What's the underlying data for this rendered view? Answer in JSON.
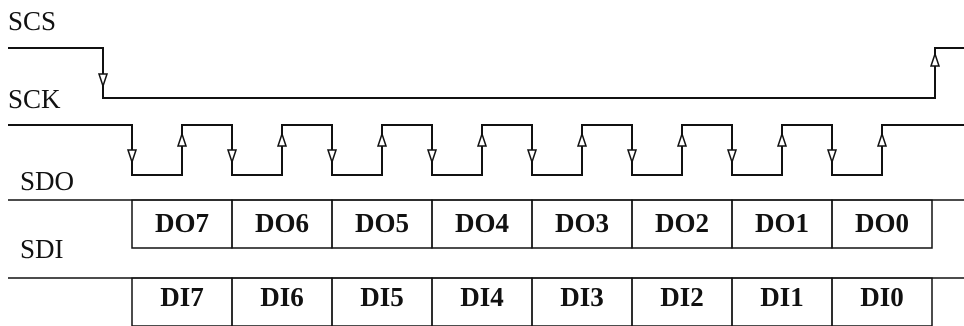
{
  "signals": {
    "scs": "SCS",
    "sck": "SCK",
    "sdo": "SDO",
    "sdi": "SDI"
  },
  "sdo_bits": [
    "DO7",
    "DO6",
    "DO5",
    "DO4",
    "DO3",
    "DO2",
    "DO1",
    "DO0"
  ],
  "sdi_bits": [
    "DI7",
    "DI6",
    "DI5",
    "DI4",
    "DI3",
    "DI2",
    "DI1",
    "DI0"
  ]
}
